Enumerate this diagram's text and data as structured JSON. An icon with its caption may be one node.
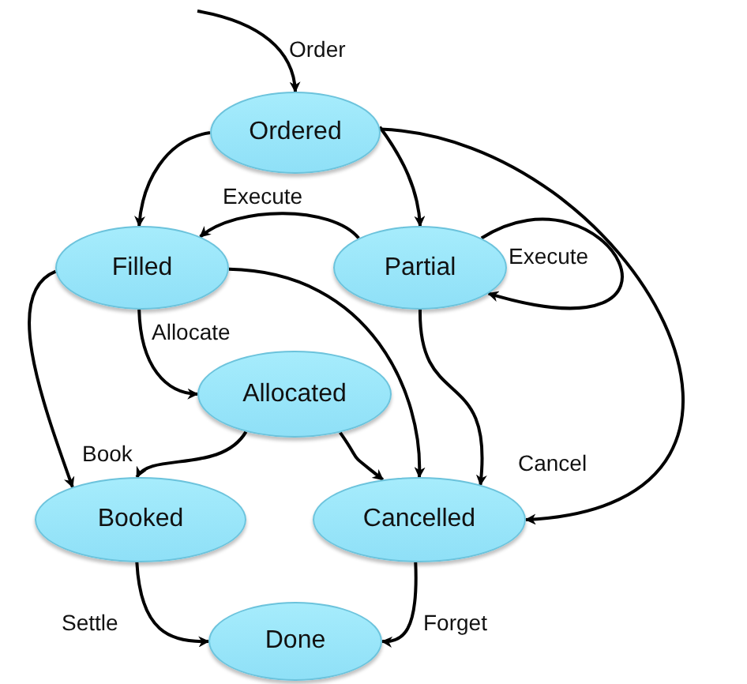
{
  "diagram": {
    "nodes": [
      {
        "text": [
          "Ordered"
        ]
      },
      {
        "text": [
          "Filled"
        ]
      },
      {
        "text": [
          "Partial"
        ]
      },
      {
        "text": [
          "Allocated"
        ]
      },
      {
        "text": [
          "Booked"
        ]
      },
      {
        "text": [
          "Cancelled"
        ]
      },
      {
        "text": [
          "Done"
        ]
      }
    ],
    "edges": [
      {
        "from": null,
        "to": 0,
        "arrow": "to",
        "label": "Order"
      },
      {
        "from": 0,
        "to": 1,
        "arrow": "to"
      },
      {
        "from": 0,
        "to": 2,
        "arrow": "to"
      },
      {
        "from": 0,
        "to": 5,
        "arrow": "to",
        "label": "Cancel"
      },
      {
        "from": 2,
        "to": 1,
        "arrow": "to",
        "label": "Execute"
      },
      {
        "from": 2,
        "to": 2,
        "arrow": "to",
        "label": "Execute"
      },
      {
        "from": 1,
        "to": 3,
        "arrow": "to",
        "label": "Allocate"
      },
      {
        "from": 1,
        "to": 4,
        "arrow": "to"
      },
      {
        "from": 1,
        "to": 5,
        "arrow": "to"
      },
      {
        "from": 3,
        "to": 4,
        "arrow": "to",
        "label": "Book"
      },
      {
        "from": 3,
        "to": 5,
        "arrow": "to"
      },
      {
        "from": 2,
        "to": 5,
        "arrow": "to"
      },
      {
        "from": 4,
        "to": 6,
        "arrow": "to",
        "label": "Settle"
      },
      {
        "from": 5,
        "to": 6,
        "arrow": "to",
        "label": "Forget"
      }
    ]
  }
}
